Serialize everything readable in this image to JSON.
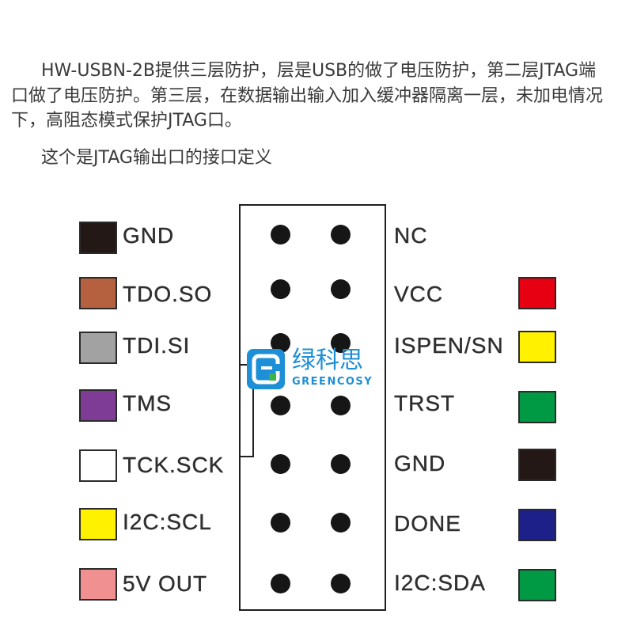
{
  "intro": {
    "line1": "HW-USBN-2B提供三层防护，层是USB的做了电压防护，第二层JTAG端",
    "line2": "口做了电压防护。第三层，在数据输出输入加入缓冲器隔离一层，未加电情况",
    "line3": "下，高阻态模式保护JTAG口。",
    "caption": "这个是JTAG输出口的接口定义"
  },
  "connector": {
    "left_pins": [
      {
        "label": "GND",
        "color": "#231815"
      },
      {
        "label": "TDO.SO",
        "color": "#b5613f"
      },
      {
        "label": "TDI.SI",
        "color": "#a2a2a2"
      },
      {
        "label": "TMS",
        "color": "#7e3c97"
      },
      {
        "label": "TCK.SCK",
        "color": "#ffffff"
      },
      {
        "label": "I2C:SCL",
        "color": "#fff100"
      },
      {
        "label": "5V OUT",
        "color": "#f09090"
      }
    ],
    "right_pins": [
      {
        "label": "NC"
      },
      {
        "label": "VCC",
        "color": "#e60012"
      },
      {
        "label": "ISPEN/SN",
        "color": "#fff100"
      },
      {
        "label": "TRST",
        "color": "#009944"
      },
      {
        "label": "GND",
        "color": "#231815"
      },
      {
        "label": "DONE",
        "color": "#1d2088"
      },
      {
        "label": "I2C:SDA",
        "color": "#009944"
      }
    ]
  },
  "logo": {
    "name_cn": "绿科思",
    "name_en": "GREENCOSY",
    "color": "#1d8fd6"
  }
}
